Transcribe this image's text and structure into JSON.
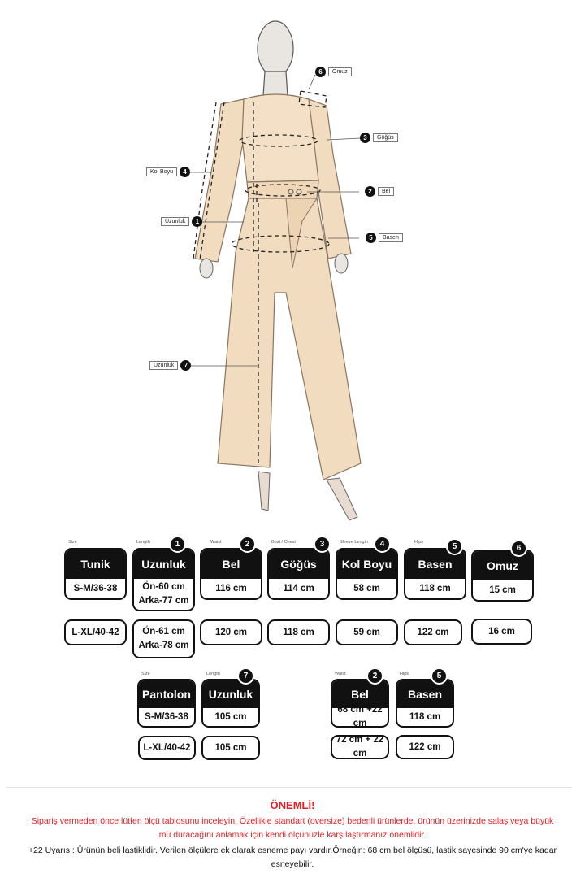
{
  "illustration": {
    "labels": {
      "omuz": {
        "num": "6",
        "text": "Omuz"
      },
      "gogus": {
        "num": "3",
        "text": "Göğüs"
      },
      "kol_boyu": {
        "num": "4",
        "text": "Kol Boyu"
      },
      "bel": {
        "num": "2",
        "text": "Bel"
      },
      "uzunluk_tunik": {
        "num": "1",
        "text": "Uzunluk"
      },
      "basen": {
        "num": "5",
        "text": "Basen"
      },
      "uzunluk_pantolon": {
        "num": "7",
        "text": "Uzunluk"
      }
    }
  },
  "tunik_table": {
    "columns": [
      {
        "sub": "Size",
        "num": "",
        "header": "Tunik",
        "rows": [
          [
            "S-M/36-38"
          ],
          [
            "L-XL/40-42"
          ]
        ]
      },
      {
        "sub": "Length",
        "num": "1",
        "header": "Uzunluk",
        "rows": [
          [
            "Ön-60 cm",
            "Arka-77 cm"
          ],
          [
            "Ön-61 cm",
            "Arka-78 cm"
          ]
        ]
      },
      {
        "sub": "Waist",
        "num": "2",
        "header": "Bel",
        "rows": [
          [
            "116 cm"
          ],
          [
            "120 cm"
          ]
        ]
      },
      {
        "sub": "Bust / Chest",
        "num": "3",
        "header": "Göğüs",
        "rows": [
          [
            "114 cm"
          ],
          [
            "118 cm"
          ]
        ]
      },
      {
        "sub": "Sleeve Length",
        "num": "4",
        "header": "Kol Boyu",
        "rows": [
          [
            "58 cm"
          ],
          [
            "59  cm"
          ]
        ]
      },
      {
        "sub": "Hips",
        "num": "5",
        "header": "Basen",
        "rows": [
          [
            "118 cm"
          ],
          [
            "122 cm"
          ]
        ]
      },
      {
        "sub": "",
        "num": "6",
        "header": "Omuz",
        "rows": [
          [
            "15 cm"
          ],
          [
            "16 cm"
          ]
        ]
      }
    ]
  },
  "pantolon_table": {
    "columns": [
      {
        "sub": "Size",
        "num": "",
        "header": "Pantolon",
        "rows": [
          [
            "S-M/36-38"
          ],
          [
            "L-XL/40-42"
          ]
        ]
      },
      {
        "sub": "Length",
        "num": "7",
        "header": "Uzunluk",
        "rows": [
          [
            "105  cm"
          ],
          [
            "105  cm"
          ]
        ]
      }
    ]
  },
  "elastic_table": {
    "columns": [
      {
        "sub": "Waist",
        "num": "2",
        "header": "Bel",
        "rows": [
          [
            "68 cm +22 cm"
          ],
          [
            "72 cm + 22 cm"
          ]
        ]
      },
      {
        "sub": "Hips",
        "num": "5",
        "header": "Basen",
        "rows": [
          [
            "118 cm"
          ],
          [
            "122 cm"
          ]
        ]
      }
    ]
  },
  "notice": {
    "title": "ÖNEMLİ!",
    "red_text": "Sipariş vermeden önce lütfen ölçü tablosunu inceleyin. Özellikle standart (oversize) bedenli ürünlerde, ürünün üzerinizde salaş veya büyük mü duracağını anlamak için kendi ölçünüzle karşılaştırmanız önemlidir.",
    "black_text": "+22 Uyarısı: Ürünün beli lastiklidir. Verilen ölçülere ek olarak esneme payı vardır.Örneğin: 68 cm bel ölçüsü, lastik sayesinde 90 cm'ye kadar esneyebilir."
  },
  "colors": {
    "accent_red": "#e31e24",
    "ink": "#111111",
    "fabric": "#f1dcc0"
  }
}
